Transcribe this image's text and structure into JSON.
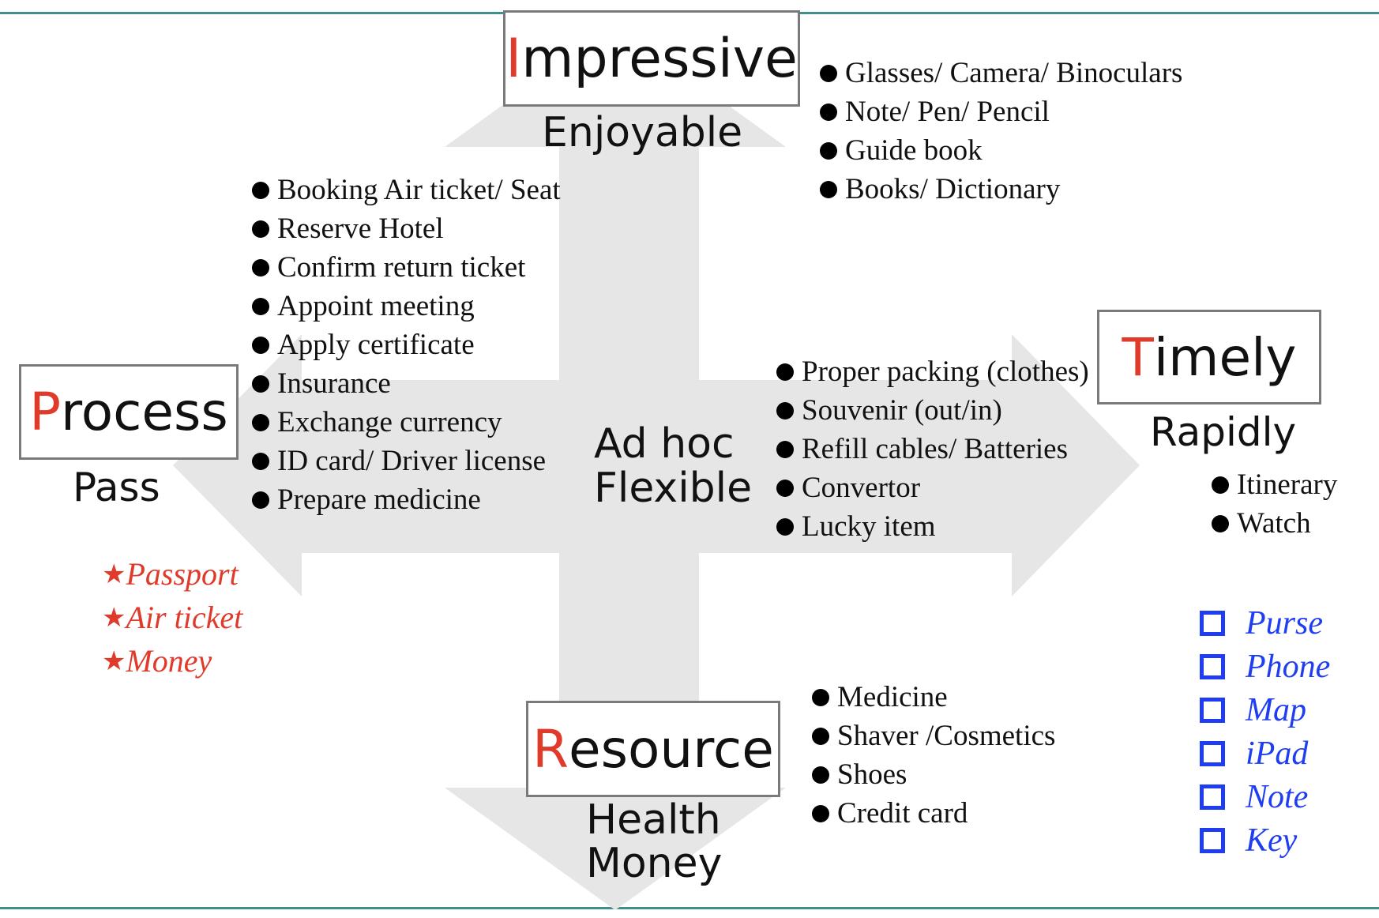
{
  "colors": {
    "accent_red": "#e03a2a",
    "accent_blue": "#1f3df2",
    "arrow_gray": "#e6e6e6",
    "rule_teal": "#3f8f8c"
  },
  "center": {
    "line1": "Ad hoc",
    "line2": "Flexible"
  },
  "impressive": {
    "initial": "I",
    "rest": "mpressive",
    "sub": "Enjoyable",
    "items": [
      "Glasses/ Camera/ Binoculars",
      "Note/ Pen/ Pencil",
      "Guide book",
      "Books/ Dictionary"
    ]
  },
  "process": {
    "initial": "P",
    "rest": "rocess",
    "sub": "Pass",
    "items": [
      "Booking Air ticket/ Seat",
      "Reserve Hotel",
      "Confirm return ticket",
      "Appoint meeting",
      "Apply certificate",
      "Insurance",
      "Exchange currency",
      "ID card/ Driver license",
      "Prepare medicine"
    ],
    "star_symbol": "★",
    "starred": [
      "Passport",
      "Air ticket",
      "Money"
    ]
  },
  "timely": {
    "initial": "T",
    "rest": "imely",
    "sub": "Rapidly",
    "items": [
      "Proper packing (clothes)",
      "Souvenir (out/in)",
      "Refill cables/ Batteries",
      "Convertor",
      "Lucky item"
    ],
    "right_items": [
      "Itinerary",
      "Watch"
    ],
    "checklist": [
      "Purse",
      "Phone",
      "Map",
      "iPad",
      "Note",
      "Key"
    ]
  },
  "resource": {
    "initial": "R",
    "rest": "esource",
    "sub_line1": "Health",
    "sub_line2": "Money",
    "items": [
      "Medicine",
      "Shaver /Cosmetics",
      "Shoes",
      "Credit card"
    ]
  }
}
